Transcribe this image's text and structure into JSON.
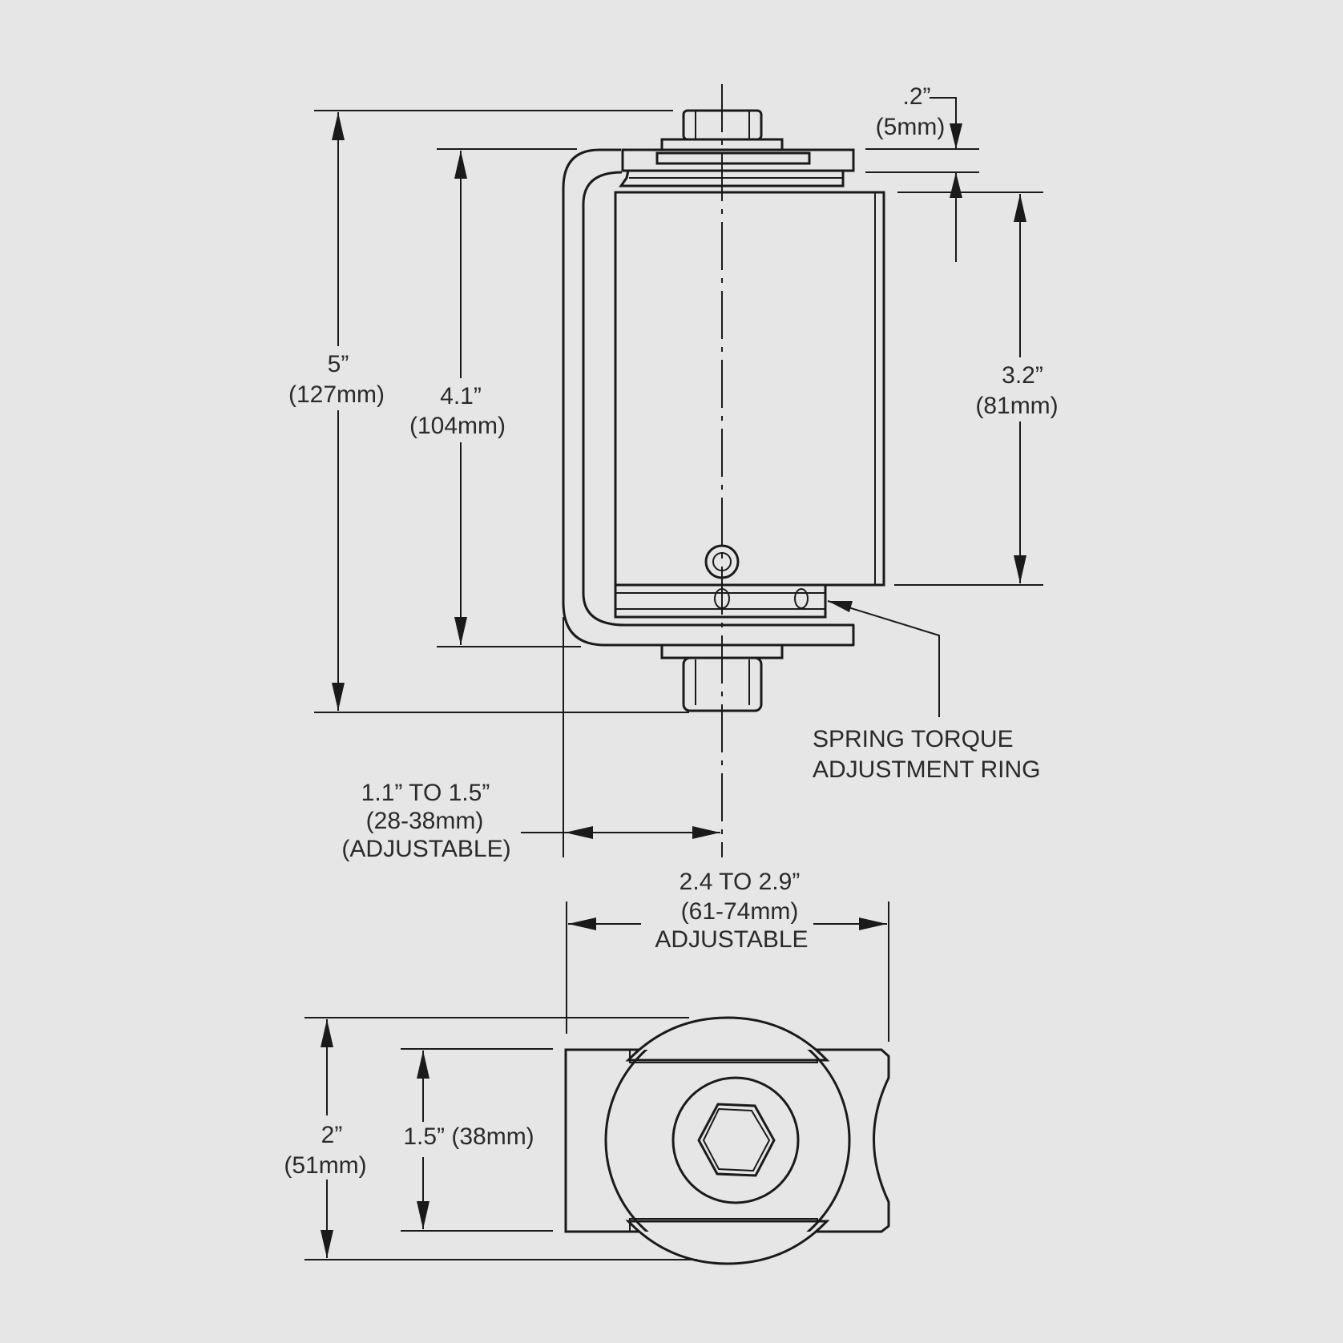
{
  "dimensions": {
    "overall_height": {
      "in": "5”",
      "mm": "(127mm)"
    },
    "bracket_height": {
      "in": "4.1”",
      "mm": "(104mm)"
    },
    "top_gap": {
      "in": ".2”",
      "mm": "(5mm)"
    },
    "body_height": {
      "in": "3.2”",
      "mm": "(81mm)"
    },
    "offset": {
      "in": "1.1” TO 1.5”",
      "mm": "(28-38mm)",
      "note": "(ADJUSTABLE)"
    },
    "width_adj": {
      "in": "2.4 TO 2.9”",
      "mm": "(61-74mm)",
      "note": "ADJUSTABLE"
    },
    "plan_height": {
      "in": "2”",
      "mm": "(51mm)"
    },
    "plate_height": {
      "text": "1.5” (38mm)"
    }
  },
  "callouts": {
    "ring_line1": "SPRING TORQUE",
    "ring_line2": "ADJUSTMENT RING"
  },
  "colors": {
    "background": "#e6e6e6",
    "ink": "#1a1a1a"
  }
}
